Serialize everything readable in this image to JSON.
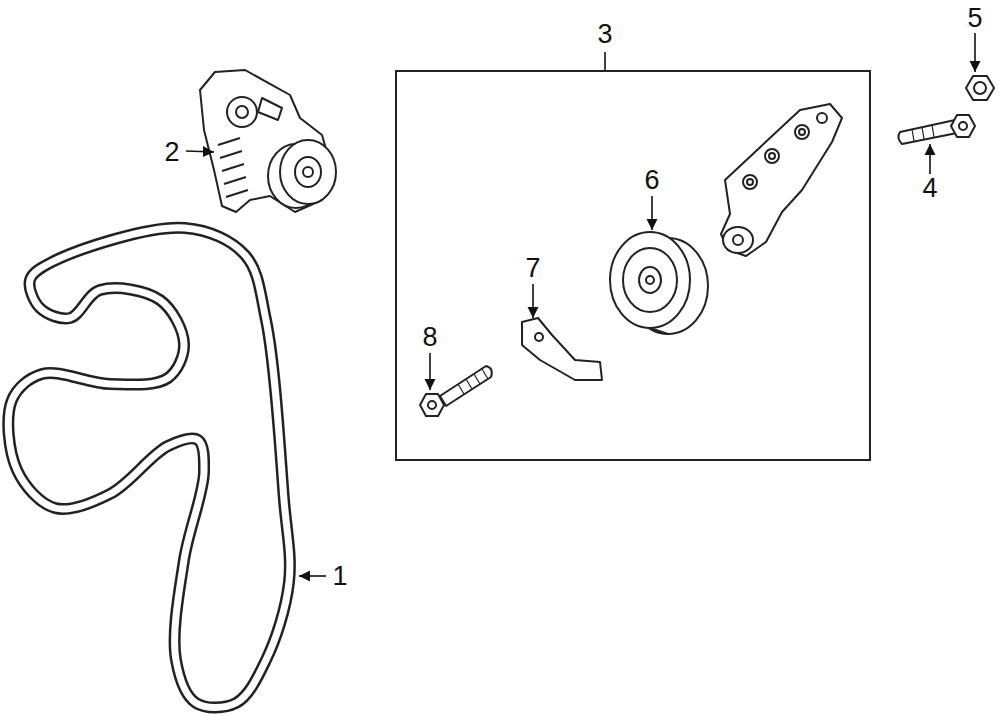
{
  "diagram": {
    "nodes": [
      {
        "text": [
          "3"
        ]
      }
    ],
    "labels": [
      "5",
      "2",
      "6",
      "4",
      "7",
      "8",
      "1"
    ]
  }
}
